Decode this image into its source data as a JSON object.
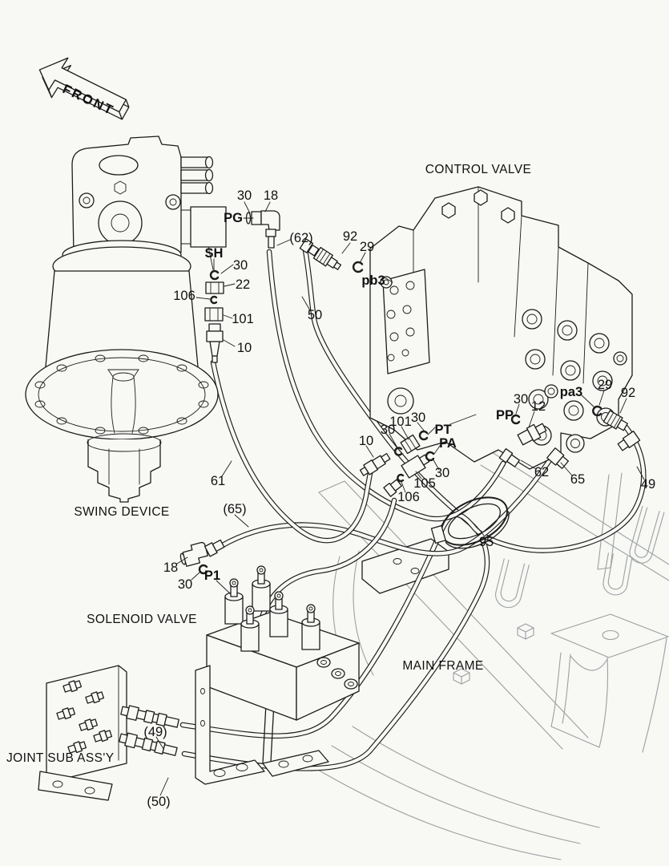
{
  "colors": {
    "background": "#f8f8f5",
    "line": "#1c1c1c",
    "frame_line": "#9aa0a2",
    "text": "#111111"
  },
  "labels": {
    "front": "FRONT",
    "control_valve": "CONTROL VALVE",
    "swing_device": "SWING DEVICE",
    "solenoid_valve": "SOLENOID VALVE",
    "main_frame": "MAIN FRAME",
    "joint_sub_assy": "JOINT SUB ASS'Y",
    "pg": "PG",
    "sh": "SH",
    "pt": "PT",
    "pa": "PA",
    "pp": "PP",
    "p1": "P1",
    "pb3": "pb3",
    "pa3": "pa3",
    "n10": "10",
    "n12": "12",
    "n18": "18",
    "n22": "22",
    "n29": "29",
    "n30": "30",
    "n49": "49",
    "n50": "50",
    "n61": "61",
    "n62": "62",
    "n65": "65",
    "n92": "92",
    "n95": "95",
    "n101": "101",
    "n105": "105",
    "n106": "106",
    "p49": "(49)",
    "p50": "(50)",
    "p62": "(62)",
    "p65": "(65)"
  }
}
